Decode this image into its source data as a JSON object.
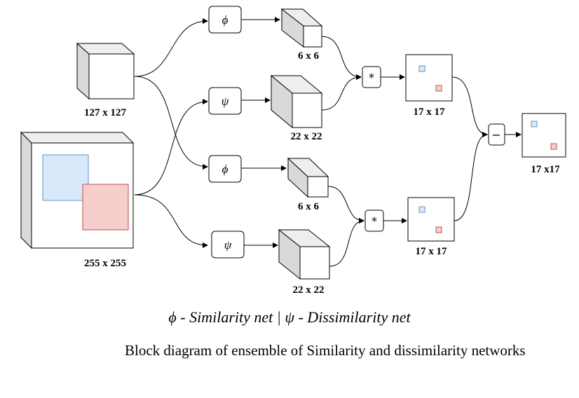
{
  "labels": {
    "input_small": "127 x 127",
    "input_large": "255 x 255",
    "feat_phi_top": "6 x 6",
    "feat_psi_top": "22 x 22",
    "feat_phi_bottom": "6 x 6",
    "feat_psi_bottom": "22 x 22",
    "map_top": "17 x 17",
    "map_bottom": "17 x 17",
    "map_out": "17 x17"
  },
  "ops": {
    "phi": "ϕ",
    "psi": "ψ",
    "correlate": "*",
    "subtract": "−"
  },
  "legend": {
    "phi_symbol": "ϕ",
    "phi_text": " - Similarity net | ",
    "psi_symbol": "ψ",
    "psi_text": " - Dissimilarity net"
  },
  "caption": "Block diagram of ensemble of Similarity and dissimilarity networks",
  "colors": {
    "blue_fill": "#dae8fc",
    "blue_stroke": "#6c8ebf",
    "red_fill": "#f8cecc",
    "red_stroke": "#b85450",
    "cube_side": "#d9d9d9",
    "cube_top": "#eeeeee"
  }
}
